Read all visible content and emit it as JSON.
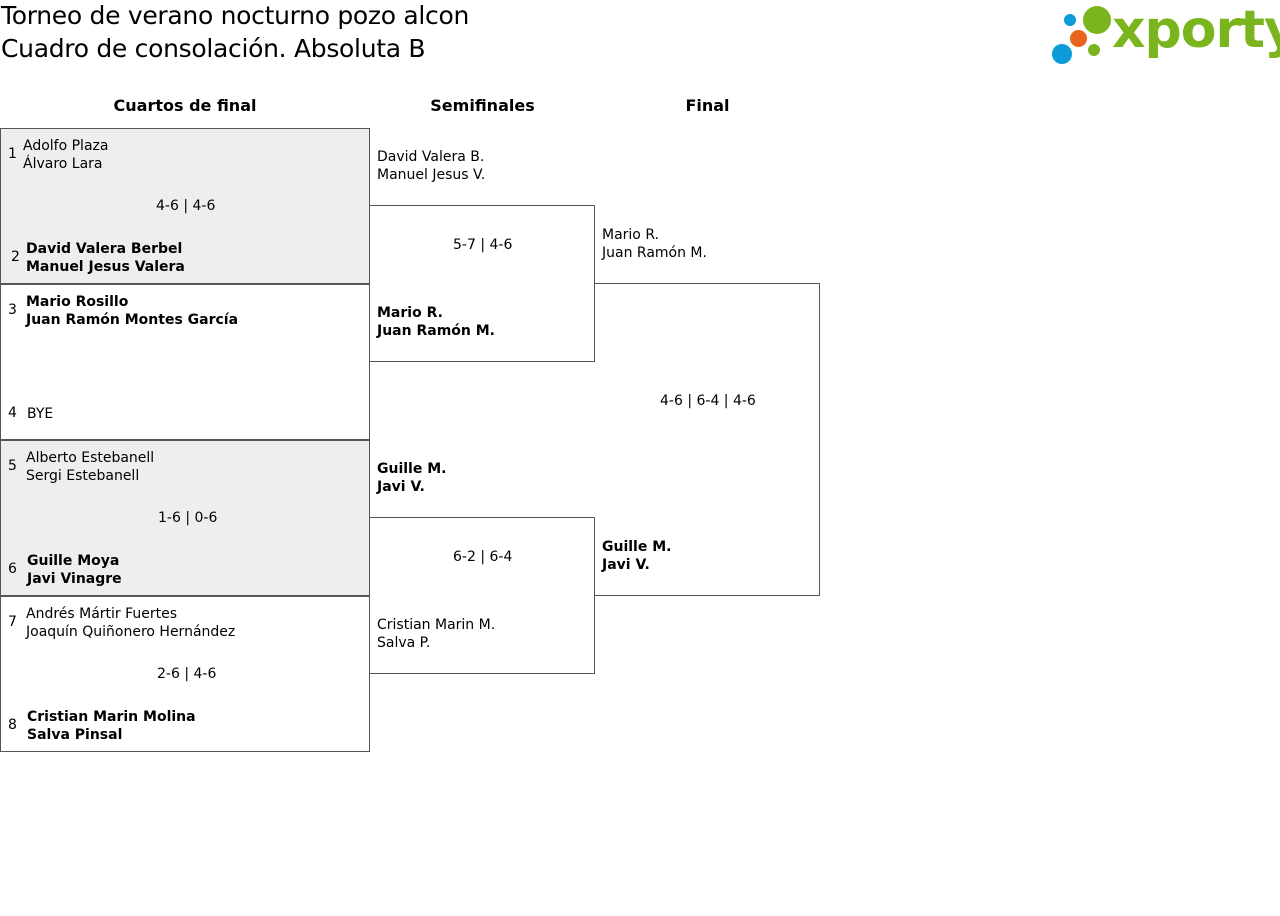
{
  "header": {
    "title_line1": "Torneo de verano nocturno pozo alcon",
    "title_line2": "Cuadro de consolación. Absoluta B"
  },
  "logo": {
    "text": "xporty",
    "colors": {
      "green": "#7ab51d",
      "blue": "#0c9ad9",
      "orange": "#e8641c"
    }
  },
  "rounds": {
    "quarterfinals": "Cuartos de final",
    "semifinals": "Semifinales",
    "final": "Final"
  },
  "quarterfinals": [
    {
      "top": {
        "seed": "1",
        "players": [
          "Adolfo Plaza",
          "Álvaro Lara"
        ],
        "winner": false
      },
      "bottom": {
        "seed": "2",
        "players": [
          "David Valera Berbel",
          "Manuel Jesus Valera"
        ],
        "winner": true
      },
      "score": "4-6 | 4-6",
      "shaded": true
    },
    {
      "top": {
        "seed": "3",
        "players": [
          "Mario Rosillo",
          "Juan Ramón Montes García"
        ],
        "winner": true
      },
      "bottom": {
        "seed": "4",
        "players": [
          "BYE",
          ""
        ],
        "winner": false
      },
      "score": "",
      "shaded": false
    },
    {
      "top": {
        "seed": "5",
        "players": [
          "Alberto Estebanell",
          "Sergi Estebanell"
        ],
        "winner": false
      },
      "bottom": {
        "seed": "6",
        "players": [
          "Guille Moya",
          "Javi Vinagre"
        ],
        "winner": true
      },
      "score": "1-6 | 0-6",
      "shaded": true
    },
    {
      "top": {
        "seed": "7",
        "players": [
          "Andrés Mártir Fuertes",
          "Joaquín Quiñonero Hernández"
        ],
        "winner": false
      },
      "bottom": {
        "seed": "8",
        "players": [
          "Cristian Marin Molina",
          "Salva Pinsal"
        ],
        "winner": true
      },
      "score": "2-6 | 4-6",
      "shaded": false
    }
  ],
  "semifinals": [
    {
      "top": {
        "players": [
          "David Valera B.",
          "Manuel Jesus V."
        ],
        "winner": false
      },
      "bottom": {
        "players": [
          "Mario R.",
          "Juan Ramón M."
        ],
        "winner": true
      },
      "score": "5-7 | 4-6"
    },
    {
      "top": {
        "players": [
          "Guille M.",
          "Javi V."
        ],
        "winner": true
      },
      "bottom": {
        "players": [
          "Cristian Marin M.",
          "Salva P."
        ],
        "winner": false
      },
      "score": "6-2 | 6-4"
    }
  ],
  "final": {
    "top": {
      "players": [
        "Mario R.",
        "Juan Ramón M."
      ],
      "winner": false
    },
    "bottom": {
      "players": [
        "Guille M.",
        "Javi V."
      ],
      "winner": true
    },
    "score": "4-6 | 6-4 | 4-6"
  }
}
